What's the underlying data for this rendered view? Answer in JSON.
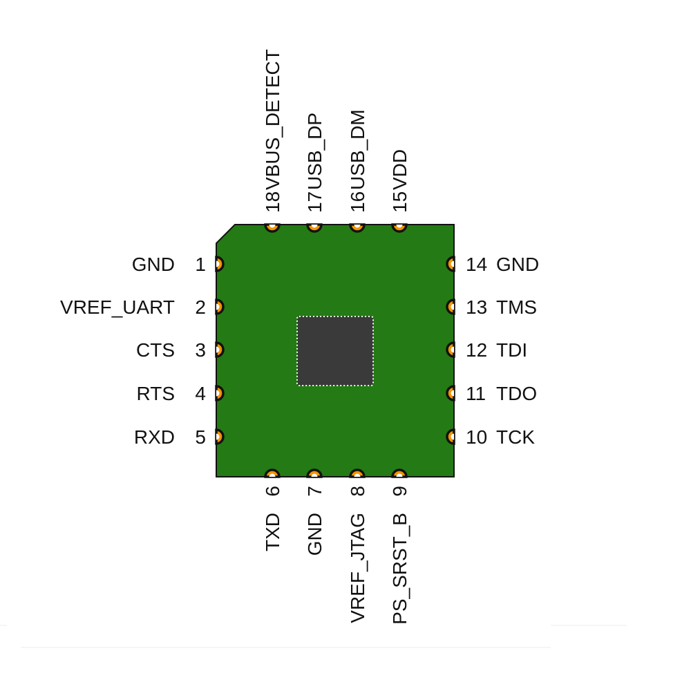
{
  "colors": {
    "board_fill": "#247A14",
    "board_stroke": "#111111",
    "chip_fill": "#3A3A3A",
    "chip_dots": "#FFFFFF",
    "pad_fill": "#F29400",
    "pad_stroke": "#111111",
    "text": "#111111"
  },
  "pins": {
    "left": [
      {
        "num": "1",
        "name": "GND"
      },
      {
        "num": "2",
        "name": "VREF_UART"
      },
      {
        "num": "3",
        "name": "CTS"
      },
      {
        "num": "4",
        "name": "RTS"
      },
      {
        "num": "5",
        "name": "RXD"
      }
    ],
    "bottom": [
      {
        "num": "6",
        "name": "TXD"
      },
      {
        "num": "7",
        "name": "GND"
      },
      {
        "num": "8",
        "name": "VREF_JTAG"
      },
      {
        "num": "9",
        "name": "PS_SRST_B"
      }
    ],
    "right": [
      {
        "num": "10",
        "name": "TCK"
      },
      {
        "num": "11",
        "name": "TDO"
      },
      {
        "num": "12",
        "name": "TDI"
      },
      {
        "num": "13",
        "name": "TMS"
      },
      {
        "num": "14",
        "name": "GND"
      }
    ],
    "top": [
      {
        "num": "15",
        "name": "VDD"
      },
      {
        "num": "16",
        "name": "USB_DM"
      },
      {
        "num": "17",
        "name": "USB_DP"
      },
      {
        "num": "18",
        "name": "VBUS_DETECT"
      }
    ]
  }
}
